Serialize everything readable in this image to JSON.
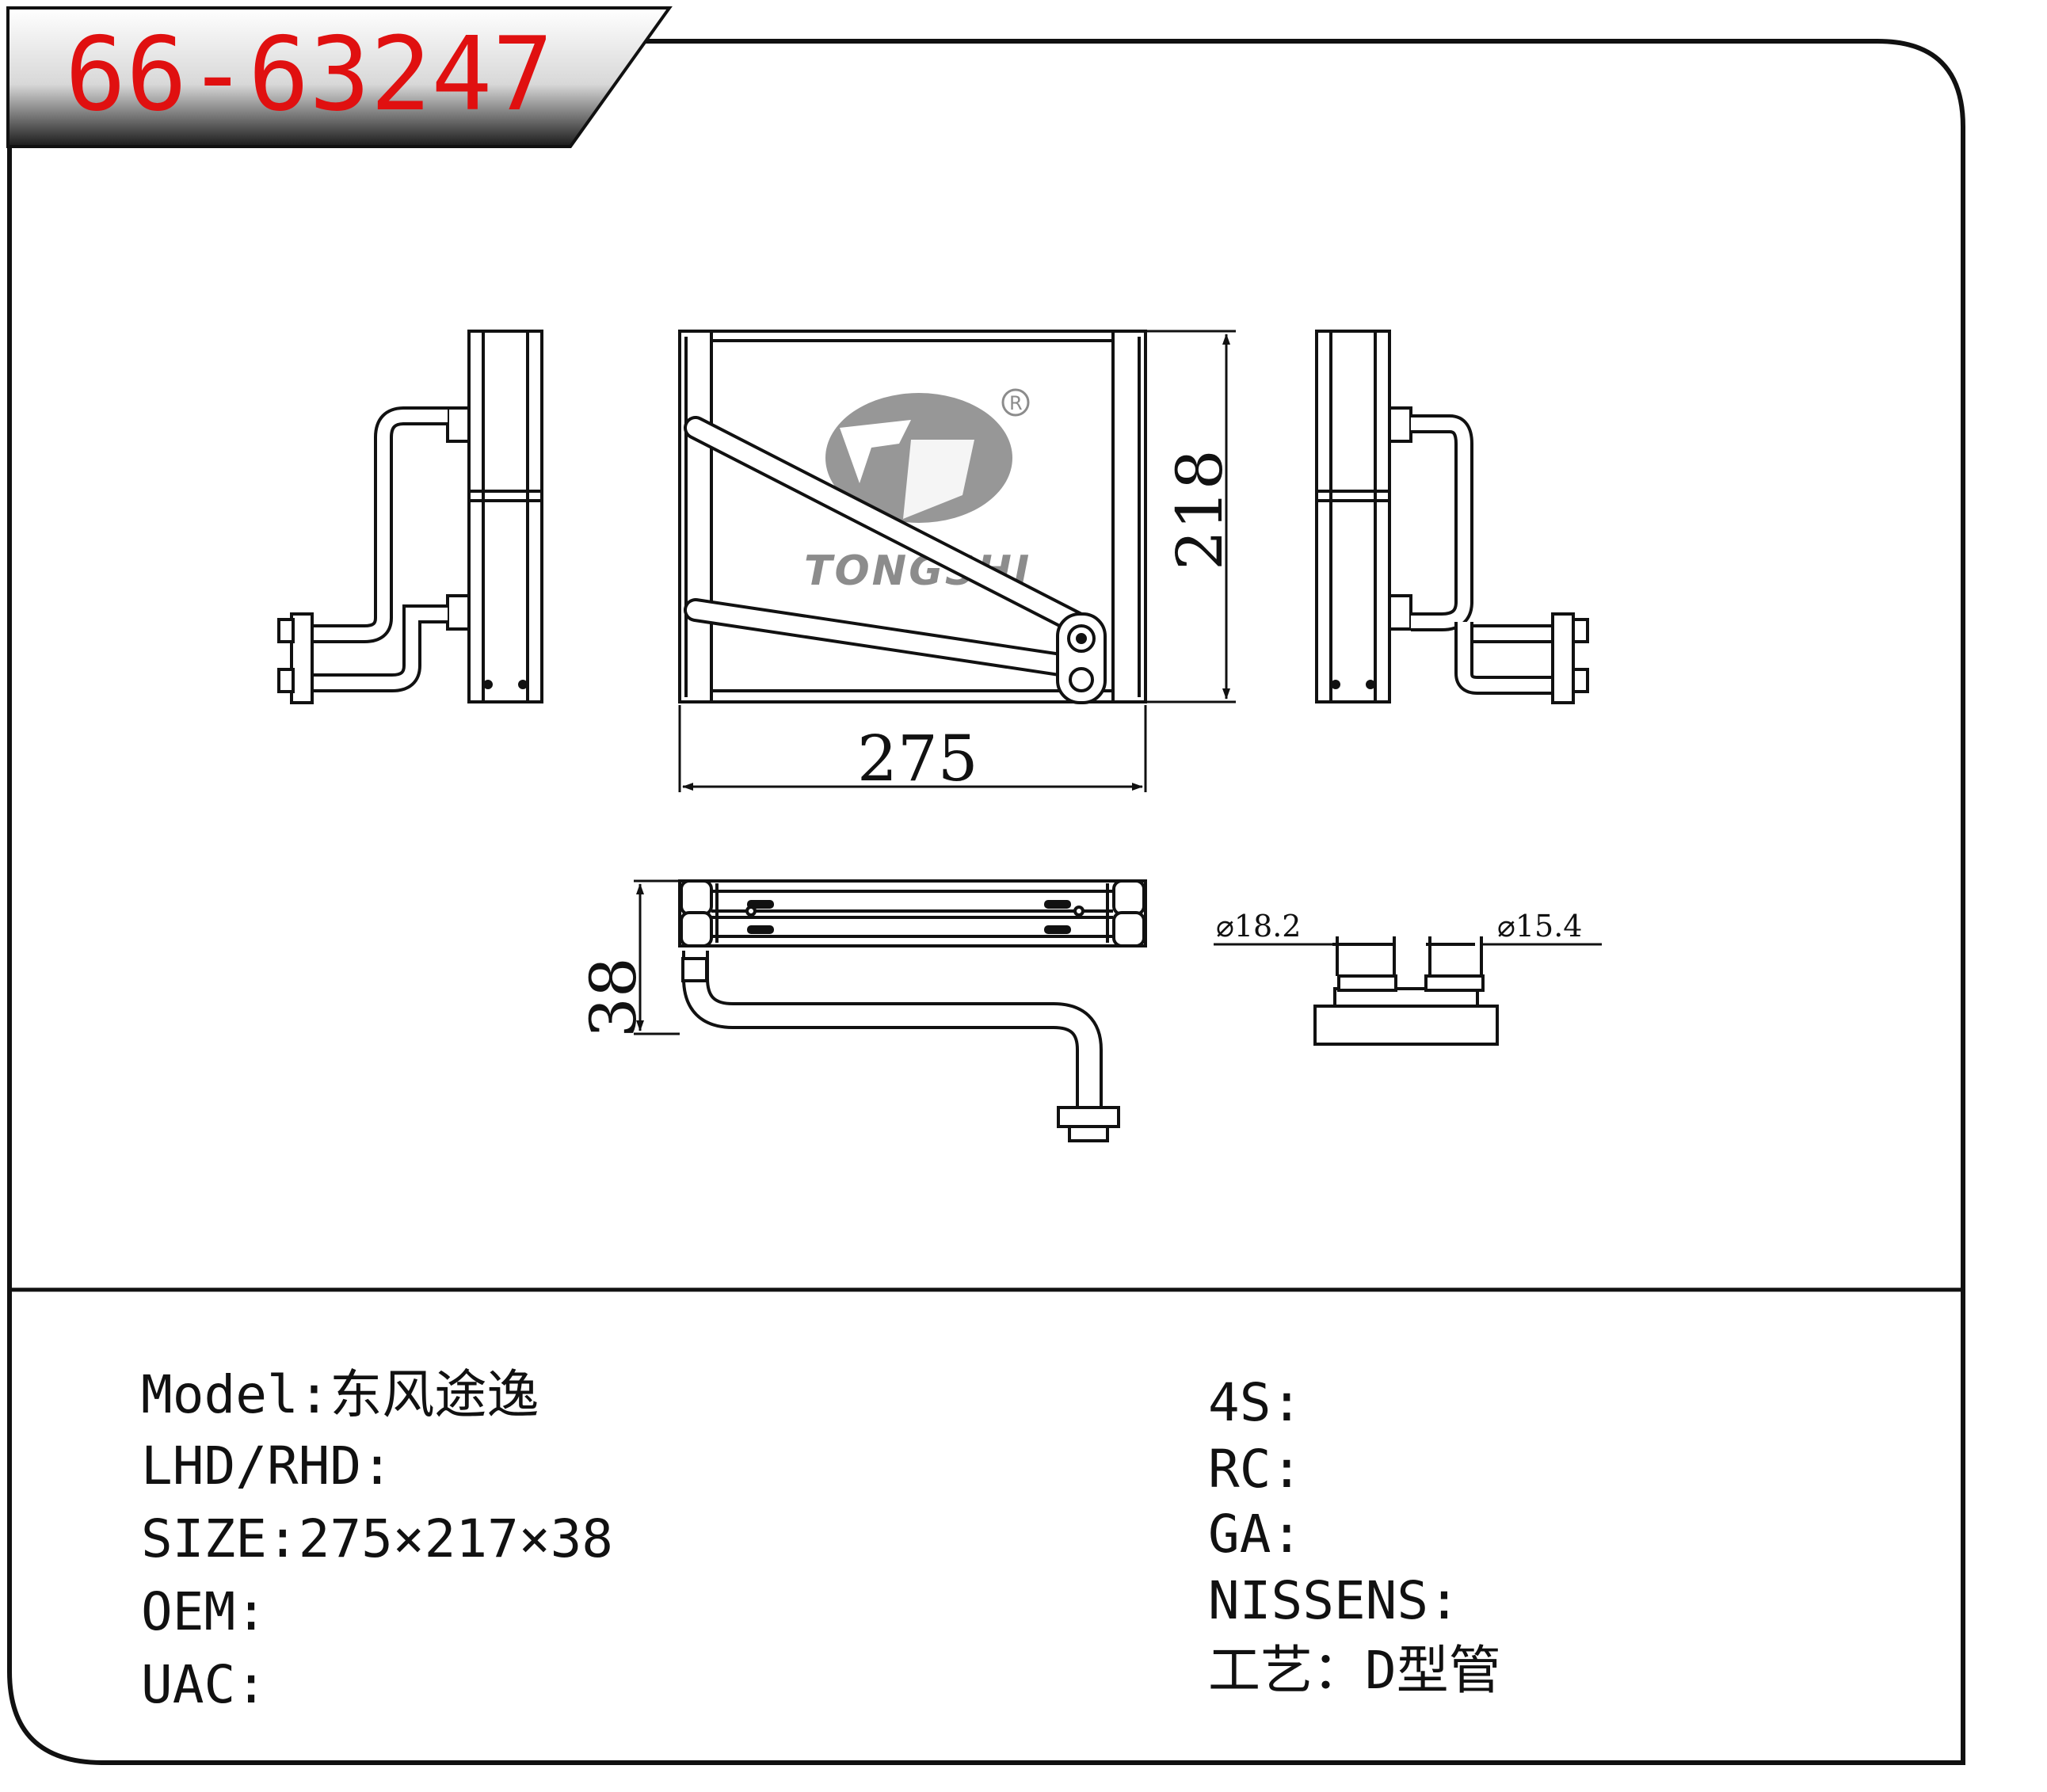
{
  "part_number": "66-63247",
  "logo": {
    "wordmark": "TONGSHI",
    "registered_mark": "R"
  },
  "dimensions": {
    "width": "275",
    "height": "218",
    "depth": "38",
    "inlet_diameter": "⌀18.2",
    "outlet_diameter": "⌀15.4"
  },
  "specs_left": [
    {
      "label": "Model:",
      "value": "东风途逸"
    },
    {
      "label": "LHD/RHD:",
      "value": ""
    },
    {
      "label": "SIZE:",
      "value": "275×217×38"
    },
    {
      "label": "OEM:",
      "value": ""
    },
    {
      "label": "UAC:",
      "value": ""
    }
  ],
  "specs_right": [
    {
      "label": "4S:",
      "value": ""
    },
    {
      "label": "RC:",
      "value": ""
    },
    {
      "label": "GA:",
      "value": ""
    },
    {
      "label": "NISSENS:",
      "value": ""
    },
    {
      "label": "工艺：",
      "value": "D型管"
    }
  ],
  "colors": {
    "part_number": "#e01010",
    "line": "#111111",
    "logo": "#8c8c8c"
  }
}
